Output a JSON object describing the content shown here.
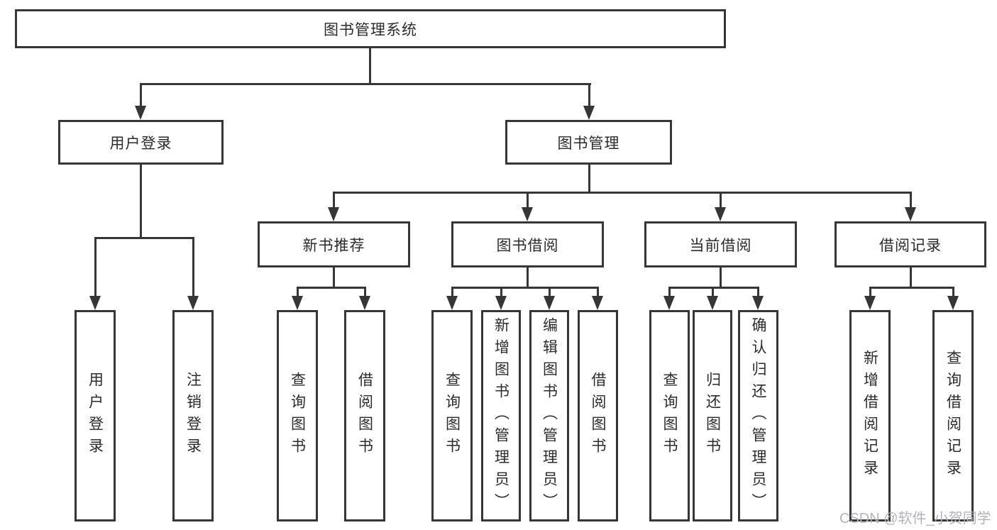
{
  "diagram": {
    "root": {
      "label": "图书管理系统"
    },
    "level2": {
      "user_login": {
        "label": "用户登录"
      },
      "book_management": {
        "label": "图书管理"
      }
    },
    "level3": {
      "new_books": {
        "label": "新书推荐"
      },
      "borrow": {
        "label": "图书借阅"
      },
      "current": {
        "label": "当前借阅"
      },
      "records": {
        "label": "借阅记录"
      }
    },
    "leaves": {
      "user_login": {
        "label": "用户登录"
      },
      "logout": {
        "label": "注销登录"
      },
      "nb_query": {
        "label": "查询图书"
      },
      "nb_borrow": {
        "label": "借阅图书"
      },
      "bw_query": {
        "label": "查询图书"
      },
      "bw_add": {
        "label": "新增图书（管理员）"
      },
      "bw_edit": {
        "label": "编辑图书（管理员）"
      },
      "bw_borrow": {
        "label": "借阅图书"
      },
      "cur_query": {
        "label": "查询图书"
      },
      "cur_return": {
        "label": "归还图书"
      },
      "cur_confirm": {
        "label": "确认归还（管理员）"
      },
      "rec_add": {
        "label": "新增借阅记录"
      },
      "rec_query": {
        "label": "查询借阅记录"
      }
    }
  },
  "watermark": {
    "text": "CSDN @软件_小贺同学"
  },
  "colors": {
    "line": "#363636",
    "background": "#ffffff",
    "watermark": "#b3b3bb"
  }
}
